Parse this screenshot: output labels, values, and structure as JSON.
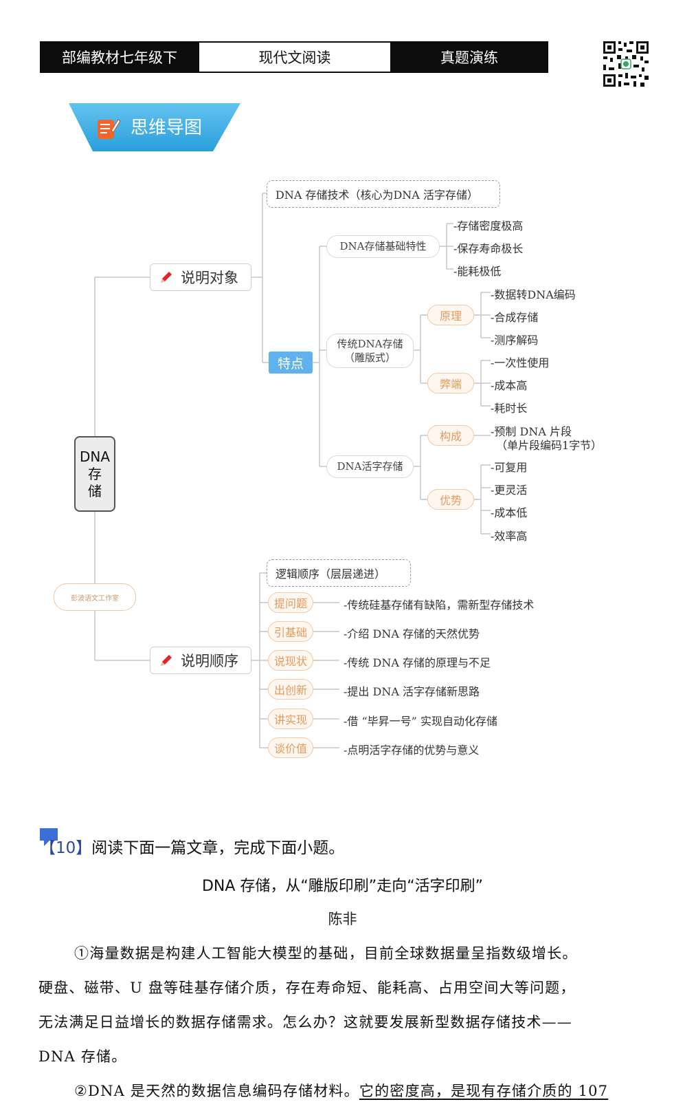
{
  "header": {
    "left": "部编教材七年级下",
    "middle": "现代文阅读",
    "right": "真题演练"
  },
  "banner": {
    "label": "思维导图"
  },
  "mindmap": {
    "root": [
      "DNA",
      "存",
      "储"
    ],
    "studio": "彭波语文工作室",
    "object": {
      "label": "说明对象",
      "top": "DNA  存储技术（核心为DNA  活字存储）",
      "tezhi": "特点",
      "basic": {
        "label": "DNA存储基础特性",
        "items": [
          "-存储密度极高",
          "-保存寿命极长",
          "-能耗极低"
        ]
      },
      "traditional": {
        "label_line1": "传统DNA存储",
        "label_line2": "（雕版式）",
        "principle": {
          "tag": "原理",
          "items": [
            "-数据转DNA编码",
            "-合成存储",
            "-测序解码"
          ]
        },
        "flaws": {
          "tag": "弊端",
          "items": [
            "-一次性使用",
            "-成本高",
            "-耗时长"
          ]
        }
      },
      "movable": {
        "label": "DNA活字存储",
        "composition": {
          "tag": "构成",
          "items": [
            "-预制  DNA  片段",
            "（单片段编码1字节）"
          ]
        },
        "advantages": {
          "tag": "优势",
          "items": [
            "-可复用",
            "-更灵活",
            "-成本低",
            "-效率高"
          ]
        }
      }
    },
    "order": {
      "label": "说明顺序",
      "top": "逻辑顺序（层层递进）",
      "steps": [
        {
          "tag": "提问题",
          "text": "-传统硅基存储有缺陷，需新型存储技术"
        },
        {
          "tag": "引基础",
          "text": "-介绍  DNA  存储的天然优势"
        },
        {
          "tag": "说现状",
          "text": "-传统  DNA  存储的原理与不足"
        },
        {
          "tag": "出创新",
          "text": "-提出  DNA  活字存储新思路"
        },
        {
          "tag": "讲实现",
          "text": "-借  “毕昇一号”  实现自动化存储"
        },
        {
          "tag": "谈价值",
          "text": "-点明活字存储的优势与意义"
        }
      ]
    }
  },
  "article": {
    "question_num": "【10】",
    "question": "阅读下面一篇文章，完成下面小题。",
    "title": "DNA 存储，从“雕版印刷”走向“活字印刷”",
    "author": "陈非",
    "p1": [
      "①海量数据是构建人工智能大模型的基础，目前全球数据量呈指数级增长。",
      "硬盘、磁带、U 盘等硅基存储介质，存在寿命短、能耗高、占用空间大等问题，",
      "无法满足日益增长的数据存储需求。怎么办？这就要发展新型数据存储技术——",
      "DNA 存储。"
    ],
    "p2_plain": "②DNA 是天然的数据信息编码存储材料。",
    "p2_underlined": "它的密度高，是现有存储介质的 107"
  }
}
